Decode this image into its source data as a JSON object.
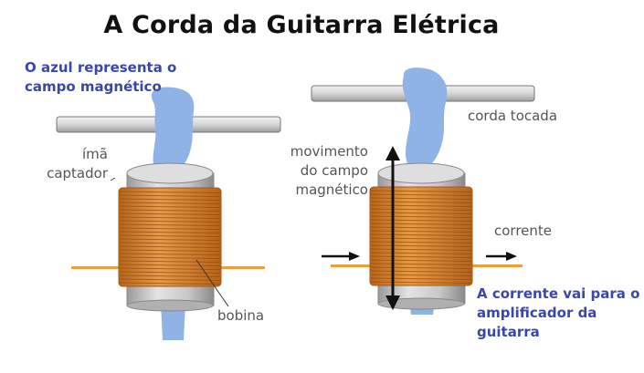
{
  "title": "A Corda da Guitarra Elétrica",
  "notes": {
    "field_note_line1": "O azul representa o",
    "field_note_line2": "campo magnético",
    "current_note_line1": "A corrente vai para o",
    "current_note_line2": "amplificador da",
    "current_note_line3": "guitarra"
  },
  "labels": {
    "magnet_line1": "ímã",
    "magnet_line2": "captador",
    "coil": "bobina",
    "plucked_string": "corda tocada",
    "field_motion_line1": "movimento",
    "field_motion_line2": "do campo",
    "field_motion_line3": "magnético",
    "current": "corrente"
  },
  "colors": {
    "field_blue": "#8fb3e6",
    "coil_orange": "#d98a2e",
    "wire_orange": "#e8a040",
    "metal_gray": "#c9c9c9",
    "note_blue": "#3b47a8"
  }
}
